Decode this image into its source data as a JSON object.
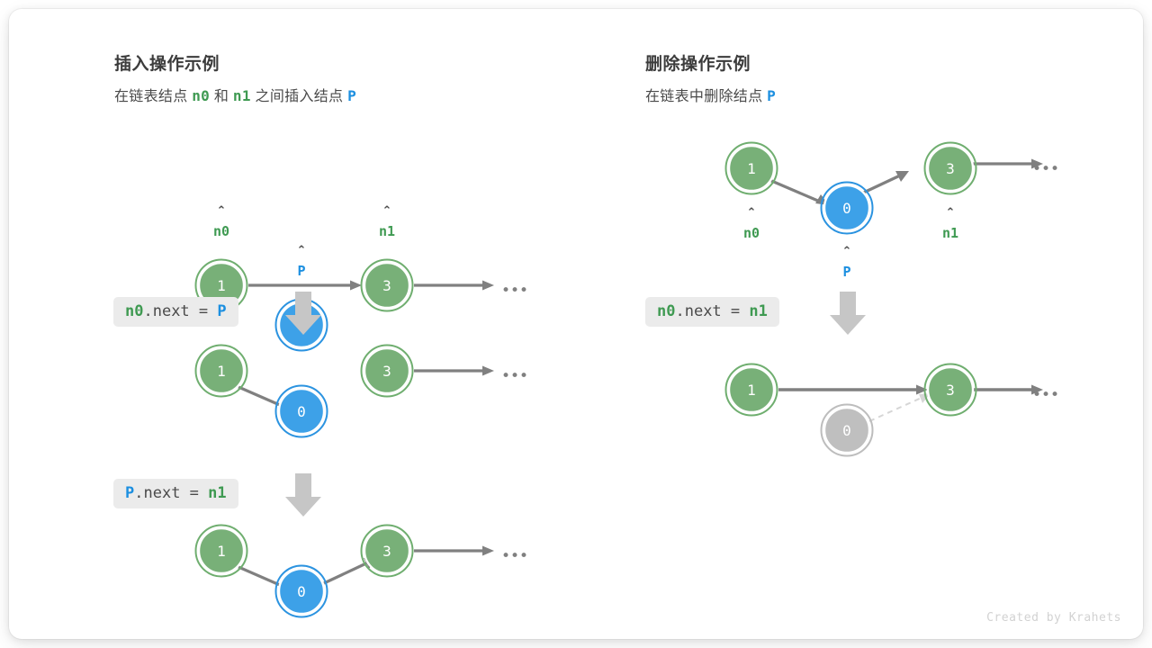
{
  "credit": "Created by Krahets",
  "colors": {
    "green_fill": "#78b078",
    "green_ring": "#6fae6f",
    "blue_fill": "#3da1e8",
    "blue_ring": "#2b93e0",
    "gray_fill": "#bfbfbf",
    "gray_ring": "#bdbdbd",
    "arrow": "#808080",
    "dashed": "#d6d6d6",
    "label_green": "#3f9a52",
    "label_blue": "#1c8fe0",
    "code_bg": "#ebebeb"
  },
  "panels": [
    {
      "id": "insert",
      "title": "插入操作示例",
      "subtitle_parts": [
        {
          "text": "在链表结点 ",
          "style": "plain"
        },
        {
          "text": "n0",
          "style": "green"
        },
        {
          "text": " 和 ",
          "style": "plain"
        },
        {
          "text": "n1",
          "style": "green"
        },
        {
          "text": " 之间插入结点 ",
          "style": "plain"
        },
        {
          "text": "P",
          "style": "blue"
        }
      ],
      "subtitle_text": "在链表结点 n0 和 n1 之间插入结点 P",
      "steps": [
        {
          "code_parts": [
            {
              "text": "n0",
              "style": "green"
            },
            {
              "text": ".next = ",
              "style": "plain"
            },
            {
              "text": "P",
              "style": "blue"
            }
          ],
          "code_text": "n0.next = P"
        },
        {
          "code_parts": [
            {
              "text": "P",
              "style": "blue"
            },
            {
              "text": ".next = ",
              "style": "plain"
            },
            {
              "text": "n1",
              "style": "green"
            }
          ],
          "code_text": "P.next = n1"
        }
      ],
      "rows": [
        {
          "nodes": [
            {
              "value": "1",
              "color": "green",
              "label": "n0",
              "label_color": "green"
            },
            {
              "value": "0",
              "color": "blue",
              "label": "P",
              "label_color": "blue"
            },
            {
              "value": "3",
              "color": "green",
              "label": "n1",
              "label_color": "green"
            }
          ],
          "ellipsis": "•••"
        },
        {
          "nodes": [
            {
              "value": "1",
              "color": "green",
              "label": "",
              "label_color": "green"
            },
            {
              "value": "0",
              "color": "blue",
              "label": "",
              "label_color": "blue"
            },
            {
              "value": "3",
              "color": "green",
              "label": "",
              "label_color": "green"
            }
          ],
          "ellipsis": "•••"
        },
        {
          "nodes": [
            {
              "value": "1",
              "color": "green",
              "label": "",
              "label_color": "green"
            },
            {
              "value": "0",
              "color": "blue",
              "label": "",
              "label_color": "blue"
            },
            {
              "value": "3",
              "color": "green",
              "label": "",
              "label_color": "green"
            }
          ],
          "ellipsis": "•••"
        }
      ]
    },
    {
      "id": "delete",
      "title": "删除操作示例",
      "subtitle_parts": [
        {
          "text": "在链表中删除结点 ",
          "style": "plain"
        },
        {
          "text": "P",
          "style": "blue"
        }
      ],
      "subtitle_text": "在链表中删除结点 P",
      "steps": [
        {
          "code_parts": [
            {
              "text": "n0",
              "style": "green"
            },
            {
              "text": ".next = ",
              "style": "plain"
            },
            {
              "text": "n1",
              "style": "green"
            }
          ],
          "code_text": "n0.next = n1"
        }
      ],
      "rows": [
        {
          "nodes": [
            {
              "value": "1",
              "color": "green",
              "label": "n0",
              "label_color": "green"
            },
            {
              "value": "0",
              "color": "blue",
              "label": "P",
              "label_color": "blue"
            },
            {
              "value": "3",
              "color": "green",
              "label": "n1",
              "label_color": "green"
            }
          ],
          "ellipsis": "•••"
        },
        {
          "nodes": [
            {
              "value": "1",
              "color": "green",
              "label": "",
              "label_color": "green"
            },
            {
              "value": "0",
              "color": "gray",
              "label": "",
              "label_color": "green"
            },
            {
              "value": "3",
              "color": "green",
              "label": "",
              "label_color": "green"
            }
          ],
          "ellipsis": "•••"
        }
      ]
    }
  ]
}
